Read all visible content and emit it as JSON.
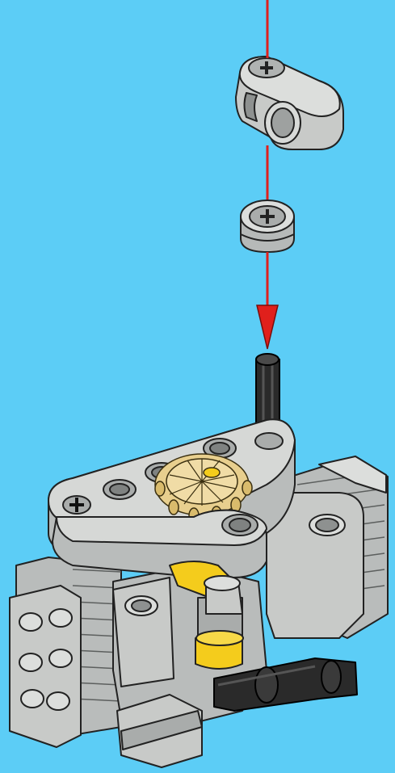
{
  "scene": {
    "kind": "assembly-instruction-step",
    "background_color": "#5ccdf6",
    "arrow_color": "#e0201c",
    "part_colors": {
      "light_gray": "#c8cac8",
      "mid_gray": "#a9acab",
      "dark_gray": "#8e9190",
      "black": "#1e1e1e",
      "tan": "#e8cf8e",
      "yellow": "#f4cc1c"
    },
    "parts": [
      {
        "name": "axle-joiner-perpendicular",
        "color": "light gray"
      },
      {
        "name": "half-bushing",
        "color": "light gray"
      },
      {
        "name": "axle",
        "color": "black"
      },
      {
        "name": "triangle-beam",
        "color": "light gray"
      },
      {
        "name": "bevel-gear",
        "color": "tan"
      },
      {
        "name": "engine-block",
        "color": "light gray"
      },
      {
        "name": "axle-joiner-yellow",
        "color": "yellow"
      },
      {
        "name": "connector-pipe",
        "color": "black"
      }
    ]
  }
}
